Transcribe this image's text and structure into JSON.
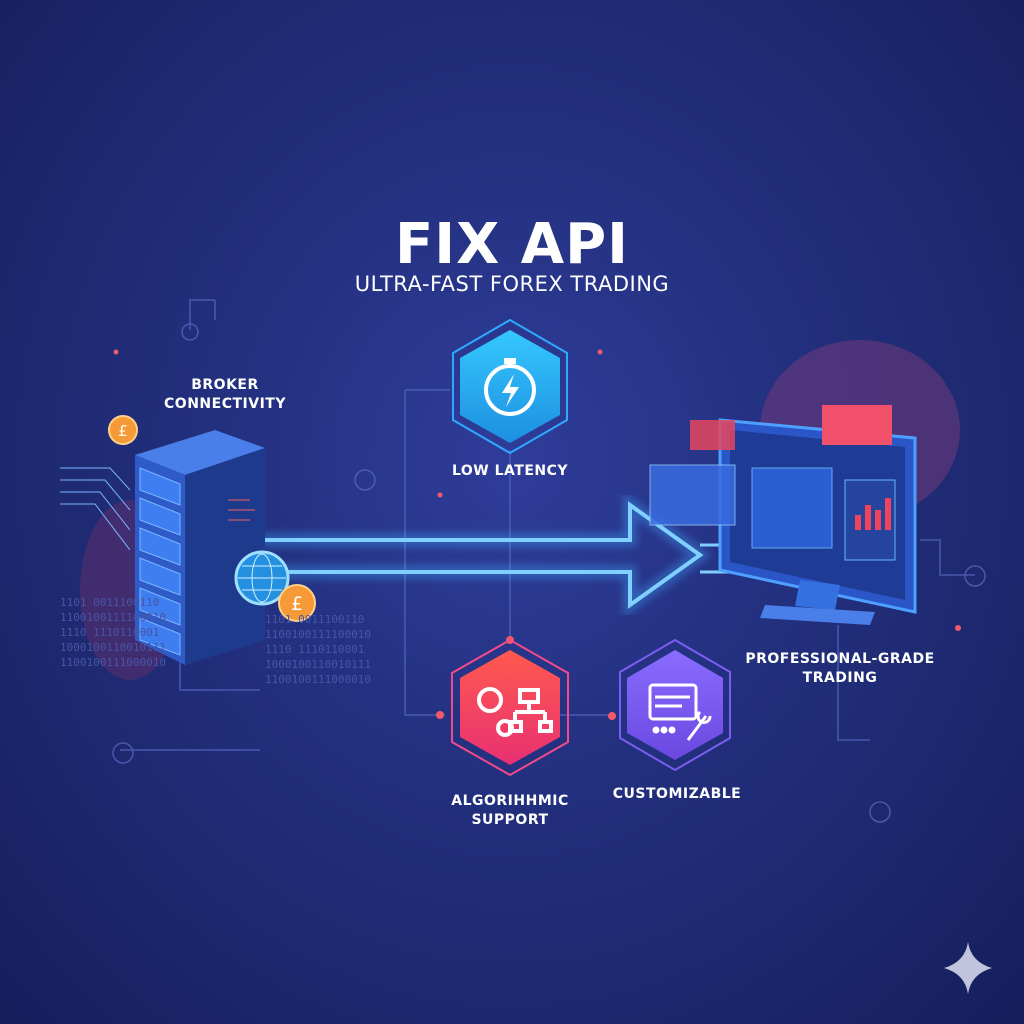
{
  "title": "FIX API",
  "subtitle": "ULTRA-FAST FOREX TRADING",
  "features": {
    "broker": {
      "line1": "BROKER",
      "line2": "CONNECTIVITY",
      "icon": "server-icon"
    },
    "latency": {
      "label": "LOW LATENCY",
      "icon": "stopwatch-lightning-icon",
      "color": "#29b6f6"
    },
    "algo": {
      "line1": "ALGORIHHMIC",
      "line2": "SUPPORT",
      "icon": "gears-flowchart-icon",
      "color": "#f2405e"
    },
    "custom": {
      "label": "CUSTOMIZABLE",
      "icon": "settings-wrench-icon",
      "color": "#7b5cf0"
    },
    "pro": {
      "line1": "PROFESSIONAL-GRADE",
      "line2": "TRADING",
      "icon": "monitor-chart-icon"
    }
  },
  "binary": "1101 0011100110\n1100100111100010\n1110 1110110001\n1000100110010111\n1100100111000010"
}
